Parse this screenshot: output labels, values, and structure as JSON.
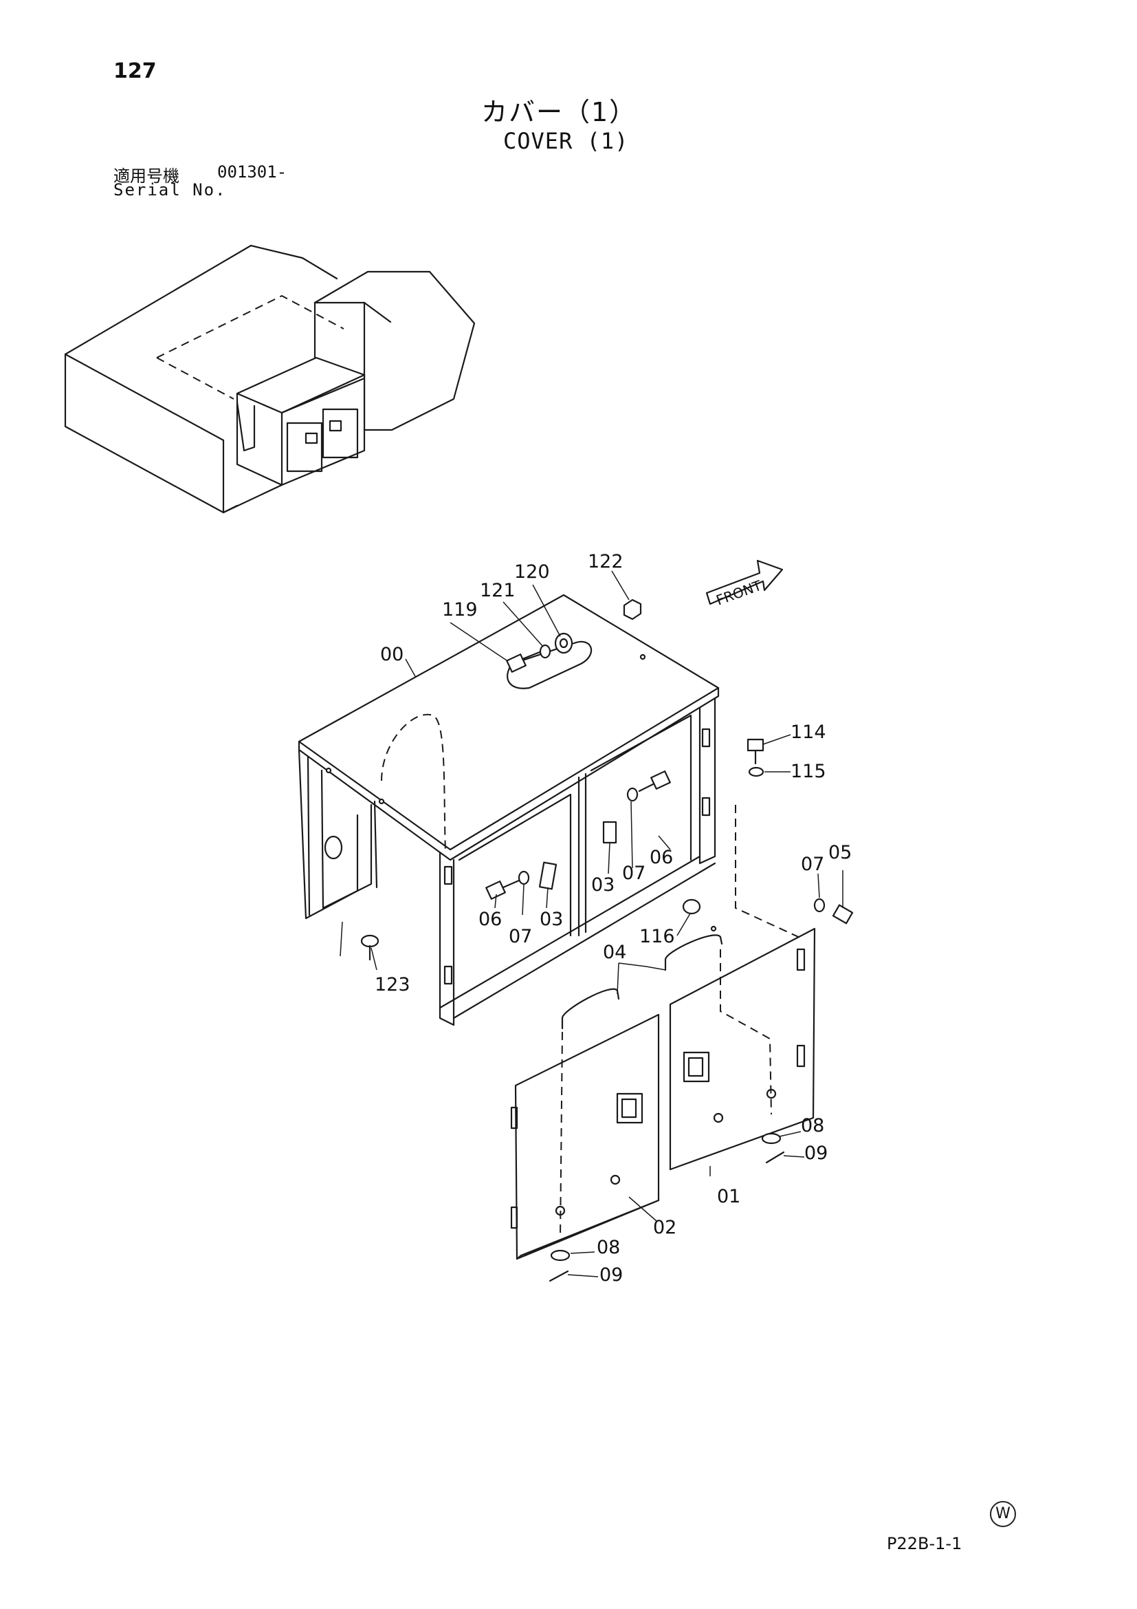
{
  "header": {
    "page_number": "127",
    "title_jp": "カバー（1）",
    "title_en": "COVER (1)",
    "serial_label_jp": "適用号機",
    "serial_value": "001301-",
    "serial_label_en": "Serial No."
  },
  "diagram": {
    "front_label": "FRONT",
    "callouts": {
      "c00": "00",
      "c01": "01",
      "c02": "02",
      "c03a": "03",
      "c03b": "03",
      "c04": "04",
      "c05": "05",
      "c06a": "06",
      "c06b": "06",
      "c07a": "07",
      "c07b": "07",
      "c07c": "07",
      "c08a": "08",
      "c08b": "08",
      "c09a": "09",
      "c09b": "09",
      "c114": "114",
      "c115": "115",
      "c116": "116",
      "c119": "119",
      "c120": "120",
      "c121": "121",
      "c122": "122",
      "c123": "123"
    }
  },
  "footer": {
    "watermark": "W",
    "page_code": "P22B-1-1"
  }
}
